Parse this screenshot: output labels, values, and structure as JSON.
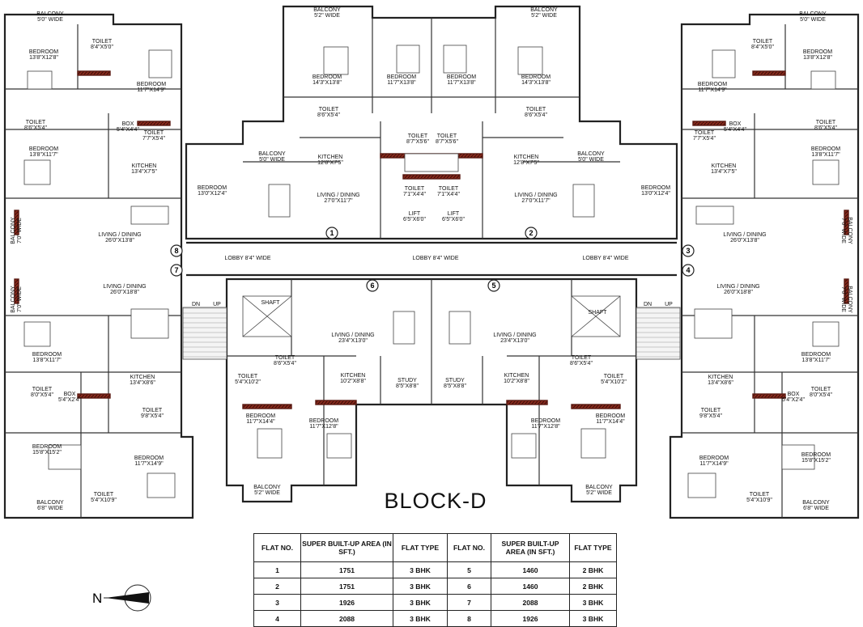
{
  "title": "BLOCK-D",
  "rooms": [
    {
      "name": "BALCONY",
      "size": "5'0\" WIDE"
    },
    {
      "name": "BEDROOM",
      "size": "13'8\"X12'8\""
    },
    {
      "name": "TOILET",
      "size": "8'4\"X5'0\""
    },
    {
      "name": "BEDROOM",
      "size": "11'7\"X14'9\""
    },
    {
      "name": "TOILET",
      "size": "8'6\"X5'4\""
    },
    {
      "name": "BOX",
      "size": "5'4\"X4'4\""
    },
    {
      "name": "TOILET",
      "size": "7'7\"X5'4\""
    },
    {
      "name": "BEDROOM",
      "size": "13'8\"X11'7\""
    },
    {
      "name": "KITCHEN",
      "size": "13'4\"X7'5\""
    },
    {
      "name": "BALCONY",
      "size": "7'0\" WIDE"
    },
    {
      "name": "LIVING / DINING",
      "size": "26'0\"X13'8\""
    },
    {
      "name": "BALCONY",
      "size": "5'2\" WIDE"
    },
    {
      "name": "BEDROOM",
      "size": "14'3\"X13'8\""
    },
    {
      "name": "BEDROOM",
      "size": "11'7\"X13'8\""
    },
    {
      "name": "TOILET",
      "size": "8'6\"X5'4\""
    },
    {
      "name": "BALCONY",
      "size": "5'0\" WIDE"
    },
    {
      "name": "KITCHEN",
      "size": "12'8\"X7'5\""
    },
    {
      "name": "TOILET",
      "size": "8'7\"X5'6\""
    },
    {
      "name": "BEDROOM",
      "size": "13'0\"X12'4\""
    },
    {
      "name": "LIVING / DINING",
      "size": "27'0\"X11'7\""
    },
    {
      "name": "TOILET",
      "size": "7'1\"X4'4\""
    },
    {
      "name": "LIFT",
      "size": "6'5\"X6'0\""
    },
    {
      "name": "LIVING / DINING",
      "size": "26'0\"X18'8\""
    },
    {
      "name": "BEDROOM",
      "size": "13'8\"X11'7\""
    },
    {
      "name": "KITCHEN",
      "size": "13'4\"X8'6\""
    },
    {
      "name": "TOILET",
      "size": "8'0\"X5'4\""
    },
    {
      "name": "BOX",
      "size": "5'4\"X2'4\""
    },
    {
      "name": "TOILET",
      "size": "9'8\"X5'4\""
    },
    {
      "name": "BEDROOM",
      "size": "15'8\"X15'2\""
    },
    {
      "name": "BEDROOM",
      "size": "11'7\"X14'9\""
    },
    {
      "name": "TOILET",
      "size": "5'4\"X10'9\""
    },
    {
      "name": "BALCONY",
      "size": "6'8\" WIDE"
    },
    {
      "name": "SHAFT",
      "size": ""
    },
    {
      "name": "TOILET",
      "size": "8'6\"X5'4\""
    },
    {
      "name": "TOILET",
      "size": "5'4\"X10'2\""
    },
    {
      "name": "LIVING / DINING",
      "size": "23'4\"X13'0\""
    },
    {
      "name": "KITCHEN",
      "size": "10'2\"X8'8\""
    },
    {
      "name": "STUDY",
      "size": "8'5\"X8'8\""
    },
    {
      "name": "BEDROOM",
      "size": "11'7\"X14'4\""
    },
    {
      "name": "BEDROOM",
      "size": "11'7\"X12'8\""
    },
    {
      "name": "BALCONY",
      "size": "5'2\" WIDE"
    }
  ],
  "lobby": "LOBBY 8'4\" WIDE",
  "stairs": {
    "down": "DN",
    "up": "UP"
  },
  "flat_numbers": [
    "1",
    "2",
    "3",
    "4",
    "5",
    "6",
    "7",
    "8"
  ],
  "compass": {
    "north": "N"
  },
  "table": {
    "headers": [
      "FLAT NO.",
      "SUPER BUILT-UP AREA (IN SFT.)",
      "FLAT TYPE",
      "FLAT NO.",
      "SUPER BUILT-UP AREA (IN SFT.)",
      "FLAT TYPE"
    ],
    "rows": [
      [
        "1",
        "1751",
        "3 BHK",
        "5",
        "1460",
        "2 BHK"
      ],
      [
        "2",
        "1751",
        "3 BHK",
        "6",
        "1460",
        "2 BHK"
      ],
      [
        "3",
        "1926",
        "3 BHK",
        "7",
        "2088",
        "3 BHK"
      ],
      [
        "4",
        "2088",
        "3 BHK",
        "8",
        "1926",
        "3 BHK"
      ]
    ]
  }
}
